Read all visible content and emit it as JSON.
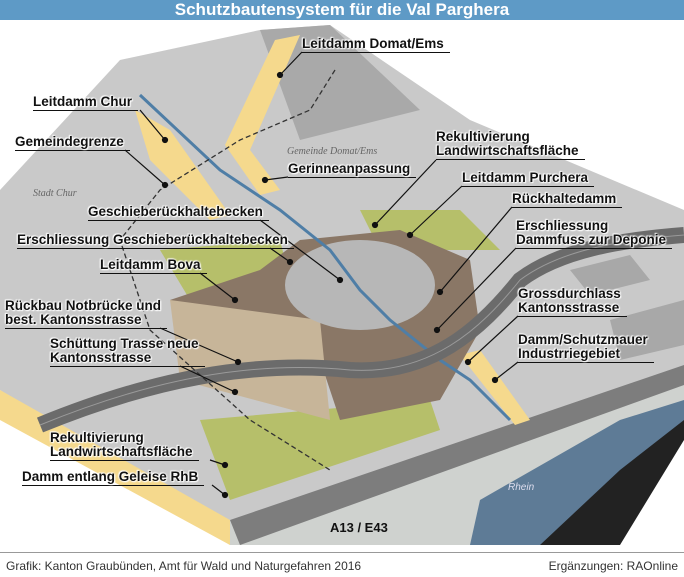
{
  "title": "Schutzbautensystem für die Val Parghera",
  "places": {
    "domat": "Gemeinde Domat/Ems",
    "chur": "Stadt Chur",
    "rhein": "Rhein",
    "road": "A13 / E43"
  },
  "labels": {
    "leitdamm_domat": "Leitdamm Domat/Ems",
    "leitdamm_chur": "Leitdamm Chur",
    "gemeindegrenze": "Gemeindegrenze",
    "rekult1_a": "Rekultivierung",
    "rekult1_b": "Landwirtschaftsfläche",
    "gerinne": "Gerinneanpassung",
    "purchera": "Leitdamm Purchera",
    "rueckhaltedamm": "Rückhaltedamm",
    "becken": "Geschieberückhaltebecken",
    "erschl_damm_a": "Erschliessung",
    "erschl_damm_b": "Dammfuss zur Deponie",
    "erschl_becken": "Erschliessung Geschieberückhaltebecken",
    "bova": "Leitdamm Bova",
    "gross_a": "Grossdurchlass",
    "gross_b": "Kantonsstrasse",
    "rueckbau_a": "Rückbau Notbrücke und",
    "rueckbau_b": "best. Kantonsstrasse",
    "schutz_a": "Damm/Schutzmauer",
    "schutz_b": "Industrriegebiet",
    "schuett_a": "Schüttung Trasse neue",
    "schuett_b": "Kantonsstrasse",
    "rekult2_a": "Rekultivierung",
    "rekult2_b": "Landwirtschaftsfläche",
    "geleise": "Damm entlang Geleise RhB"
  },
  "footer": {
    "credit": "Grafik: Kanton Graubünden, Amt für Wald und Naturgefahren 2016",
    "extra": "Ergänzungen: RAOnline"
  }
}
